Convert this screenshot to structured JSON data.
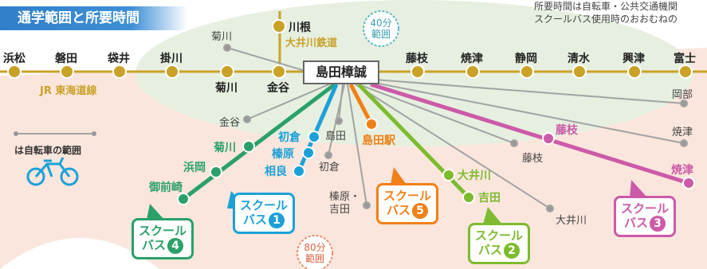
{
  "title": "通学範囲と所要時間",
  "notes": [
    "所要時間は自転車・公共交通機関",
    "スクールバス使用時のおおむねの"
  ],
  "colors": {
    "jr_line": "#c9a227",
    "bus1": "#1ba1d8",
    "bus2": "#7dbb2f",
    "bus3": "#cc5aa8",
    "bus4": "#2aa06a",
    "bus5": "#f08018",
    "bike": "#9a9a9a",
    "zone40": "#e6efe0",
    "zone80": "#fbe6dd"
  },
  "rail": {
    "line_name": "JR 東海道線",
    "stations": [
      "浜松",
      "磐田",
      "袋井",
      "掛川",
      "菊川",
      "金谷",
      "藤枝",
      "焼津",
      "静岡",
      "清水",
      "興津",
      "富士"
    ],
    "oigawa": {
      "name": "大井川鉄道",
      "station": "川根"
    }
  },
  "zones": {
    "inner": [
      "40分",
      "範囲"
    ],
    "outer": [
      "80分",
      "範囲"
    ]
  },
  "center_label": "島田樟誠",
  "bike_destinations": [
    "菊川",
    "金谷",
    "島田",
    "初倉",
    "榛原・吉田",
    "藤枝",
    "大井川",
    "岡部",
    "焼津"
  ],
  "bus_routes": [
    {
      "label": [
        "スクール",
        "バス"
      ],
      "num": "1",
      "stops": [
        "初倉",
        "榛原",
        "相良"
      ]
    },
    {
      "label": [
        "スクール",
        "バス"
      ],
      "num": "2",
      "stops": [
        "大井川",
        "吉田"
      ]
    },
    {
      "label": [
        "スクール",
        "バス"
      ],
      "num": "3",
      "stops": [
        "藤枝",
        "焼津"
      ]
    },
    {
      "label": [
        "スクール",
        "バス"
      ],
      "num": "4",
      "stops": [
        "菊川",
        "浜岡",
        "御前崎"
      ]
    },
    {
      "label": [
        "スクール",
        "バス"
      ],
      "num": "5",
      "stops": [
        "島田駅"
      ]
    }
  ],
  "legend": {
    "text": "は自転車の範囲",
    "icon": "bicycle-icon"
  }
}
